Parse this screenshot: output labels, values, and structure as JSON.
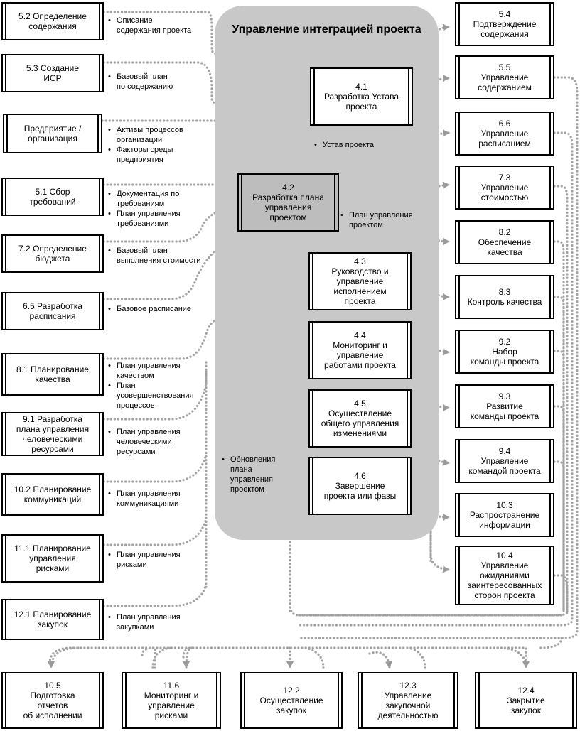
{
  "group_title": "Управление интеграцией проекта",
  "left_processes": [
    {
      "num": "5.2 Определение",
      "name": "содержания"
    },
    {
      "num": "5.3 Создание",
      "name": "ИСР"
    },
    {
      "num": "Предприятие /",
      "name": "организация"
    },
    {
      "num": "5.1 Сбор",
      "name": "требований"
    },
    {
      "num": "7.2 Определение",
      "name": "бюджета"
    },
    {
      "num": "6.5 Разработка",
      "name": "расписания"
    },
    {
      "num": "8.1 Планирование",
      "name": "качества"
    },
    {
      "num": "9.1 Разработка",
      "name": "плана управления\nчеловеческими\nресурсами"
    },
    {
      "num": "10.2 Планирование",
      "name": "коммуникаций"
    },
    {
      "num": "11.1 Планирование",
      "name": "управления\nрисками"
    },
    {
      "num": "12.1 Планирование",
      "name": "закупок"
    }
  ],
  "center_processes": {
    "p41": {
      "num": "4.1",
      "name": "Разработка Устава\nпроекта"
    },
    "p42": {
      "num": "4.2",
      "name": "Разработка плана\nуправления\nпроектом"
    },
    "p43": {
      "num": "4.3",
      "name": "Руководство и\nуправление\nисполнением\nпроекта"
    },
    "p44": {
      "num": "4.4",
      "name": "Мониторинг и\nуправление\nработами проекта"
    },
    "p45": {
      "num": "4.5",
      "name": "Осуществление\nобщего управления\nизменениями"
    },
    "p46": {
      "num": "4.6",
      "name": "Завершение\nпроекта или фазы"
    }
  },
  "right_processes": [
    {
      "num": "5.4",
      "name": "Подтверждение\nсодержания"
    },
    {
      "num": "5.5",
      "name": "Управление\nсодержанием"
    },
    {
      "num": "6.6",
      "name": "Управление\nрасписанием"
    },
    {
      "num": "7.3",
      "name": "Управление\nстоимостью"
    },
    {
      "num": "8.2",
      "name": "Обеспечение\nкачества"
    },
    {
      "num": "8.3",
      "name": "Контроль качества"
    },
    {
      "num": "9.2",
      "name": "Набор\nкоманды проекта"
    },
    {
      "num": "9.3",
      "name": "Развитие\nкоманды проекта"
    },
    {
      "num": "9.4",
      "name": "Управление\nкомандой проекта"
    },
    {
      "num": "10.3",
      "name": "Распространение\nинформации"
    },
    {
      "num": "10.4",
      "name": "Управление\nожиданиями\nзаинтересованных\nсторон проекта"
    }
  ],
  "bottom_processes": [
    {
      "num": "10.5",
      "name": "Подготовка\nотчетов\nоб исполнении"
    },
    {
      "num": "11.6",
      "name": "Мониторинг и\nуправление\nрисками"
    },
    {
      "num": "12.2",
      "name": "Осуществление\nзакупок"
    },
    {
      "num": "12.3",
      "name": "Управление\nзакупочной\nдеятельностью"
    },
    {
      "num": "12.4",
      "name": "Закрытие\nзакупок"
    }
  ],
  "input_labels": [
    [
      "Описание\nсодержания проекта"
    ],
    [
      "Базовый план\nпо содержанию"
    ],
    [
      "Активы процессов\nорганизации",
      "Факторы среды\nпредприятия"
    ],
    [
      "Документация по\nтребованиям",
      "План управления\nтребованиями"
    ],
    [
      "Базовый план\nвыполнения стоимости"
    ],
    [
      "Базовое расписание"
    ],
    [
      "План управления\nкачеством",
      "План\nусовершенствования\nпроцессов"
    ],
    [
      "План управления\nчеловеческими\nресурсами"
    ],
    [
      "План управления\nкоммуникациями"
    ],
    [
      "План управления\nрисками"
    ],
    [
      "План управления\nзакупками"
    ]
  ],
  "charter_label": "Устав проекта",
  "pmplan_label": "План управления\nпроектом",
  "updates_label": "Обновления\nплана\nуправления\nпроектом"
}
